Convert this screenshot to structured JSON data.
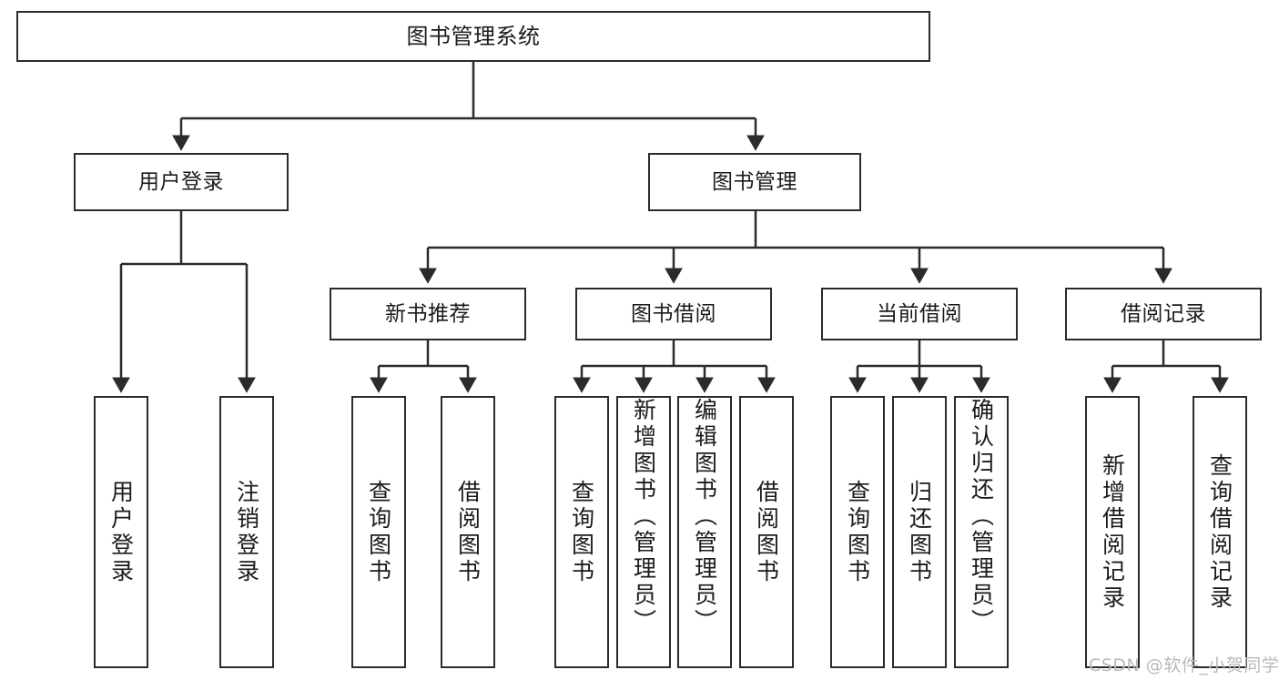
{
  "diagram": {
    "type": "hierarchy-tree",
    "title": "图书管理系统",
    "root": {
      "label": "图书管理系统"
    },
    "level2": [
      {
        "label": "用户登录"
      },
      {
        "label": "图书管理"
      }
    ],
    "level3": [
      {
        "label": "新书推荐"
      },
      {
        "label": "图书借阅"
      },
      {
        "label": "当前借阅"
      },
      {
        "label": "借阅记录"
      }
    ],
    "leaves": {
      "user_login": [
        "用户登录",
        "注销登录"
      ],
      "new_book_recommend": [
        "查询图书",
        "借阅图书"
      ],
      "book_borrow": [
        "查询图书",
        "新增图书（管理员）",
        "编辑图书（管理员）",
        "借阅图书"
      ],
      "current_borrow": [
        "查询图书",
        "归还图书",
        "确认归还（管理员）"
      ],
      "borrow_record": [
        "新增借阅记录",
        "查询借阅记录"
      ]
    }
  },
  "watermark": {
    "text": "CSDN @软件_小贺同学"
  },
  "colors": {
    "stroke": "#2b2b2b",
    "text": "#1b1b1b",
    "background": "#ffffff",
    "watermark": "#b9b9b9"
  }
}
